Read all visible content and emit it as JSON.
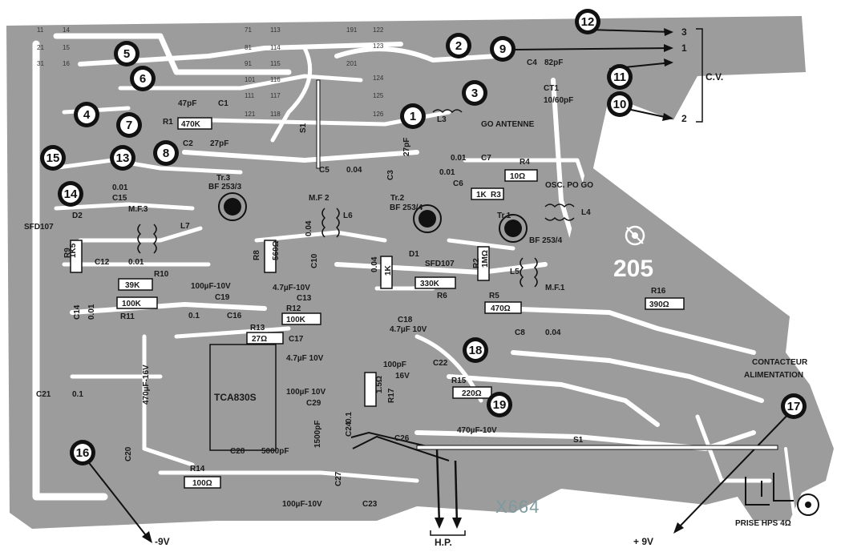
{
  "components": {
    "c1": "C1",
    "cap_c1": "47pF",
    "r1": "R1",
    "r1_val": "470K",
    "c2": "C2",
    "c2_val": "27pF",
    "c15": "C15",
    "c15_val": "0.01",
    "d2": "D2",
    "d2_type": "SFD107",
    "r9": "R9",
    "r9_val": "1K5",
    "mf3": "M.F.3",
    "l7": "L7",
    "c12": "C12",
    "c12_val": "0.01",
    "r10": "R10",
    "r10_val": "39K",
    "c14": "C14",
    "c14_val": "0.01",
    "r11": "R11",
    "r11_val": "100K",
    "tr3": "Tr.3",
    "tr3_type": "BF 253/3",
    "c19_val": "100µF-10V",
    "c19": "C19",
    "r8_val": "560Ω",
    "r8": "R8",
    "mf2": "M.F 2",
    "l6": "L6",
    "c13_val": "4.7µF-10V",
    "c13": "C13",
    "c10": "C10",
    "c10_val": "0.04",
    "d1": "D1",
    "d1_type": "SFD107",
    "r3": "R3",
    "r3_val": "1K",
    "c11_val": "0.04",
    "tr2": "Tr.2",
    "tr2_type": "BF 253/4",
    "r6": "R6",
    "r6_val": "330K",
    "r2": "R2",
    "r2_val": "1MΩ",
    "l3": "L3",
    "go_antenne": "GO ANTENNE",
    "c3": "C3",
    "c3_val": "27pF",
    "c5": "C5",
    "c5_val": "0.04",
    "c7": "C7",
    "c7_val": "0.01",
    "c6": "C6",
    "c6_val": "0.01",
    "r4": "R4",
    "r4_val": "10Ω",
    "osc": "OSC. PO GO",
    "l4": "L4",
    "tr1": "Tr.1",
    "tr1_type": "BF 253/4",
    "mf1": "M.F.1",
    "l5": "L5",
    "r5": "R5",
    "r5_val": "470Ω",
    "c8": "C8",
    "c8_val": "0.04",
    "c4": "C4",
    "c4_val": "82pF",
    "ct1": "CT1",
    "ct1_val": "10/60pF",
    "r16": "R16",
    "r16_val": "390Ω",
    "c16": "C16",
    "c16_val": "0.1",
    "r12": "R12",
    "r12_val": "100K",
    "r13": "R13",
    "r13_val": "27Ω",
    "c17": "C17",
    "c17_val": "4.7µF 10V",
    "c18": "C18",
    "c18_val": "4.7µF 10V",
    "c29_val": "100µF 10V",
    "c29": "C29",
    "c22_val": "100pF",
    "c22": "C22",
    "c22_v": "16V",
    "r15": "R15",
    "r15_val": "220Ω",
    "r17": "R17",
    "r17_val": "1.5Ω",
    "ic": "TCA830S",
    "c21": "C21",
    "c21_val": "0.1",
    "c20": "C20",
    "c20_val": "470µF-16V",
    "c24": "C24",
    "c24_val": "0.1",
    "c27": "C27",
    "c27_val": "1500pF",
    "c28": "C28",
    "c28_val": "5000pF",
    "c26": "C26",
    "c26_val": "470µF-10V",
    "c23": "C23",
    "c23_val": "100µF-10V",
    "r14": "R14",
    "r14_val": "100Ω",
    "s1": "S1",
    "s1b": "S1"
  },
  "labels": {
    "cv": "C.V.",
    "cv_1": "1",
    "cv_2": "2",
    "cv_3": "3",
    "contacteur_1": "CONTACTEUR",
    "contacteur_2": "ALIMENTATION",
    "prise": "PRISE  HPS 4Ω",
    "hp": "H.P.",
    "minus9": "-9V",
    "plus9": "+ 9V",
    "board_ref": "X664",
    "logo_num": "205"
  },
  "callouts": [
    "1",
    "2",
    "3",
    "4",
    "5",
    "6",
    "7",
    "8",
    "9",
    "10",
    "11",
    "12",
    "13",
    "14",
    "15",
    "16",
    "17",
    "18",
    "19"
  ],
  "pin_labels": [
    "11",
    "14",
    "15",
    "16",
    "21",
    "31",
    "71",
    "81",
    "91",
    "101",
    "111",
    "113",
    "114",
    "115",
    "116",
    "117",
    "118",
    "121",
    "122",
    "123",
    "124",
    "125",
    "126",
    "191",
    "201"
  ]
}
